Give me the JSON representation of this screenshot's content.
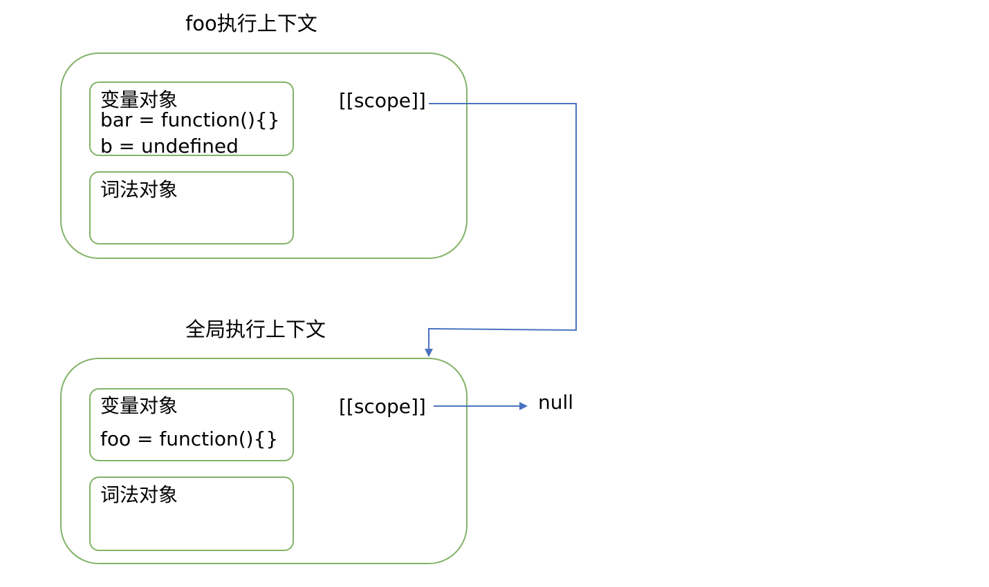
{
  "foo_context": {
    "title": "foo执行上下文",
    "variable_object": {
      "label": "变量对象",
      "entries": [
        "bar = function(){}",
        "b = undefined"
      ]
    },
    "lexical_object": {
      "label": "词法对象"
    },
    "scope_label": "[[scope]]"
  },
  "global_context": {
    "title": "全局执行上下文",
    "variable_object": {
      "label": "变量对象",
      "entries": [
        "foo = function(){}"
      ]
    },
    "lexical_object": {
      "label": "词法对象"
    },
    "scope_label": "[[scope]]"
  },
  "null_label": "null",
  "colors": {
    "box_border": "#82b366",
    "arrow": "#4a72c0"
  }
}
